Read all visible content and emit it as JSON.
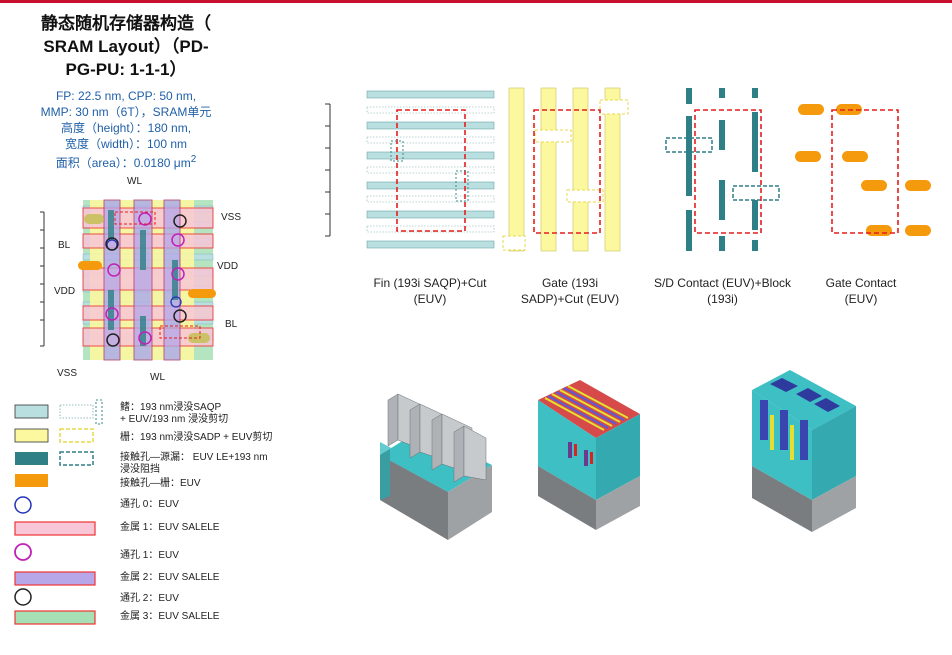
{
  "title": {
    "line1": "静态随机存储器构造（",
    "line2": "SRAM Layout）（PD-",
    "line3": "PG-PU: 1-1-1）"
  },
  "params": {
    "line1": "FP: 22.5 nm, CPP: 50 nm,",
    "line2": "MMP: 30 nm（6T），SRAM单元",
    "line3": "高度（height）：180 nm,",
    "line4": "宽度（width）：100 nm",
    "line5_prefix": "面积（area）：0.0180 μm",
    "line5_sup": "2"
  },
  "layout_labels": {
    "wl_top": "WL",
    "vss_right": "VSS",
    "bl_left": "BL",
    "vdd_right": "VDD",
    "vdd_left": "VDD",
    "bl_right": "BL",
    "vss_bottom": "VSS",
    "wl_bottom": "WL"
  },
  "captions": {
    "fin": [
      "Fin (193i SAQP)+Cut",
      "(EUV)"
    ],
    "gate": [
      "Gate (193i",
      "SADP)+Cut (EUV)"
    ],
    "sd": [
      "S/D Contact (EUV)+Block",
      "(193i)"
    ],
    "gc": [
      "Gate Contact",
      "(EUV)"
    ]
  },
  "legend": [
    {
      "text": [
        "鳍：193 nm浸没SAQP",
        "+ EUV/193 nm 浸没剪切"
      ]
    },
    {
      "text": [
        "栅：193 nm浸没SADP + EUV剪切"
      ]
    },
    {
      "text": [
        "接触孔—源漏： EUV LE+193 nm",
        "浸没阻挡"
      ]
    },
    {
      "text": [
        "接触孔—栅：EUV"
      ]
    },
    {
      "text": [
        "通孔 0：EUV"
      ]
    },
    {
      "text": [
        "金属 1：EUV SALELE"
      ]
    },
    {
      "text": [
        "通孔 1：EUV"
      ]
    },
    {
      "text": [
        "金属 2：EUV SALELE"
      ]
    },
    {
      "text": [
        "通孔 2：EUV"
      ]
    },
    {
      "text": [
        "金属 3：EUV SALELE"
      ]
    }
  ],
  "colors": {
    "fin": "#b9dfe0",
    "gate": "#fbf8a0",
    "sd_contact": "#2e7f86",
    "gate_contact": "#f59a0c",
    "via0": "#2433b8",
    "metal1": "#f8c6d6",
    "via1": "#c020b8",
    "metal2": "#b7a7e8",
    "via2": "#222222",
    "metal3": "#a8e0b5",
    "cut": "#e41e1e",
    "accent": "#c8102e"
  }
}
